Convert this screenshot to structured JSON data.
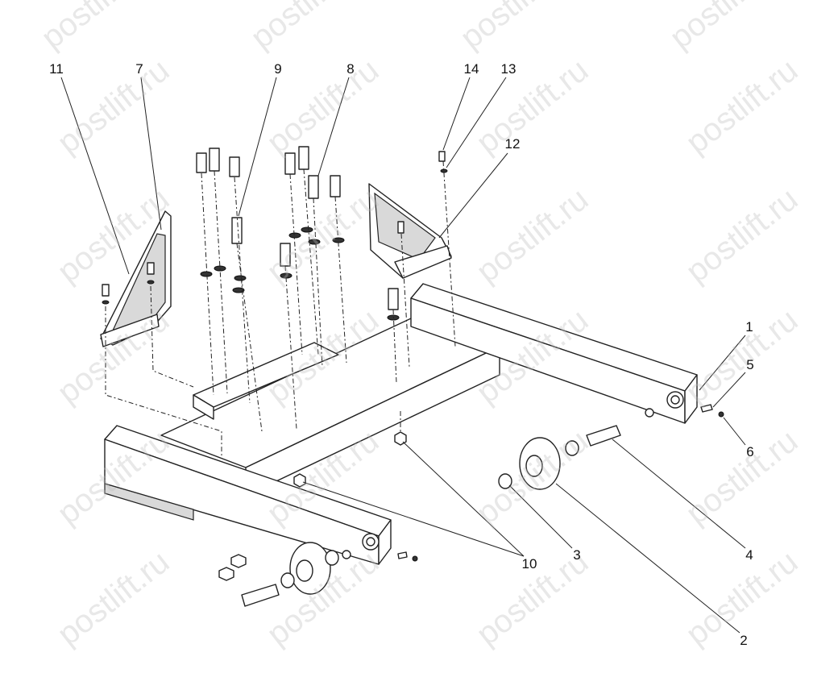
{
  "watermark": "postlift.ru",
  "callouts": {
    "c1": "1",
    "c2": "2",
    "c3": "3",
    "c4": "4",
    "c5": "5",
    "c6": "6",
    "c7": "7",
    "c8": "8",
    "c9": "9",
    "c10": "10",
    "c11": "11",
    "c12": "12",
    "c13": "13",
    "c14": "14"
  },
  "colors": {
    "line": "#222222",
    "watermark": "#bebebe"
  }
}
